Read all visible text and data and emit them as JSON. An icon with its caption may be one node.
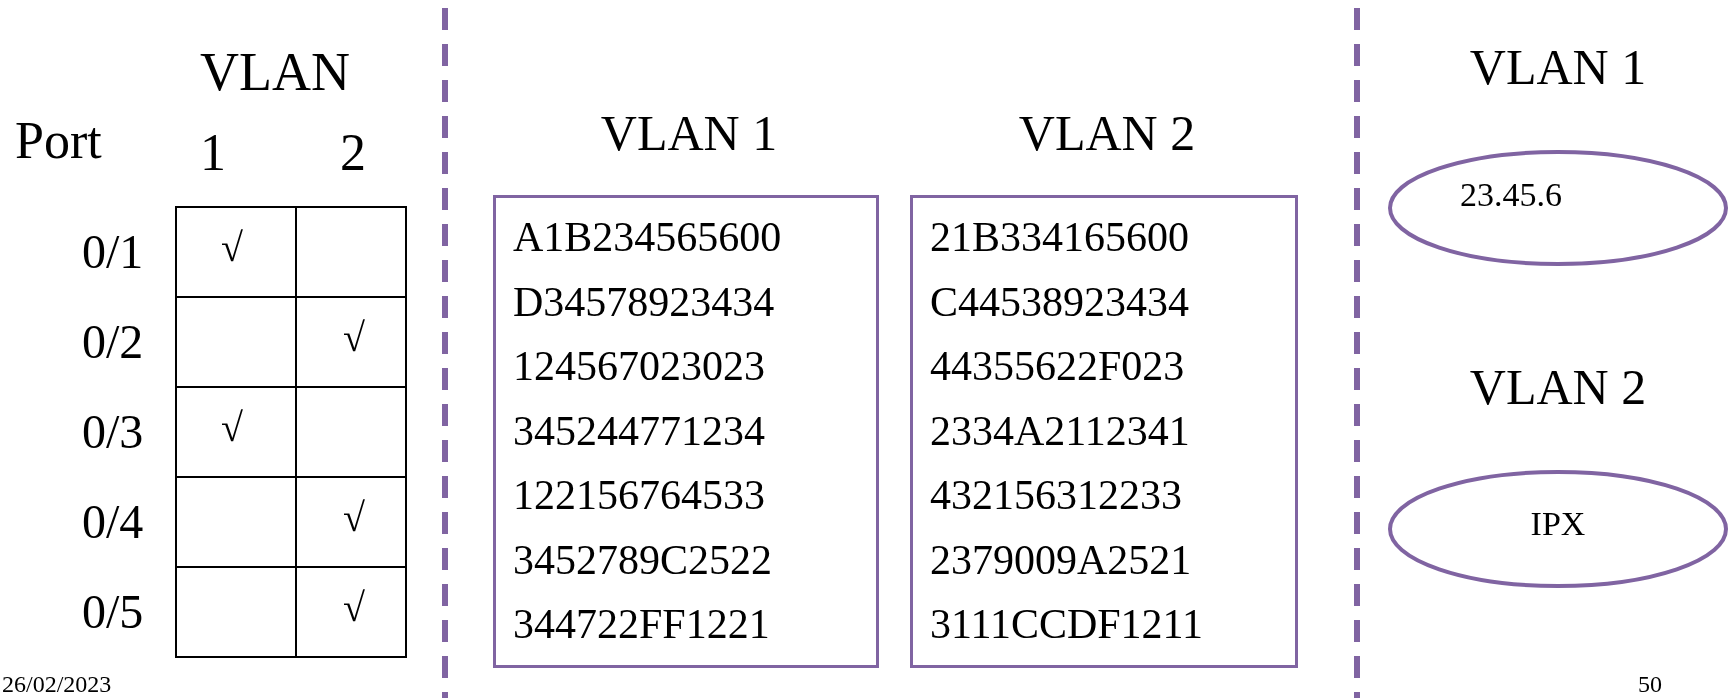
{
  "diagram": {
    "nodes": [
      {
        "text": [
          "VLAN 1",
          "A1B234565600",
          "D34578923434",
          "124567023023",
          "345244771234",
          "122156764533",
          "3452789C2522",
          "344722FF1221"
        ]
      },
      {
        "text": [
          "VLAN 2",
          "21B334165600",
          "C44538923434",
          "44355622F023",
          "2334A2112341",
          "432156312233",
          "2379009A2521",
          "3111CCDF1211"
        ]
      },
      {
        "text": [
          "VLAN 1",
          "23.45.6"
        ]
      },
      {
        "text": [
          "VLAN 2",
          "IPX"
        ]
      }
    ],
    "labels": [
      "VLAN",
      "Port",
      "1",
      "2",
      "0/1",
      "√",
      "0/2",
      "√",
      "0/3",
      "√",
      "0/4",
      "√",
      "0/5",
      "√",
      "26/02/2023",
      "50"
    ]
  }
}
